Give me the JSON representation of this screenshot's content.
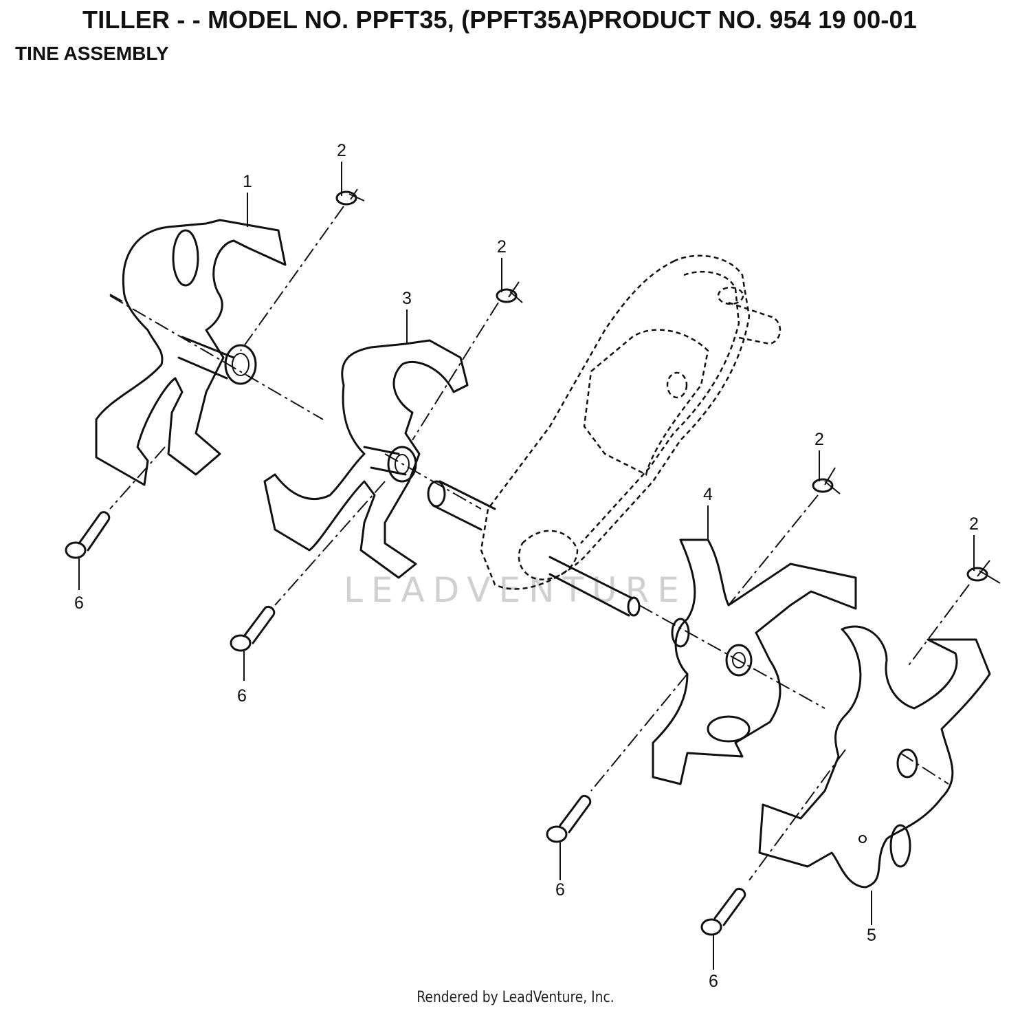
{
  "header": {
    "title": "TILLER - - MODEL NO. PPFT35, (PPFT35A)PRODUCT NO. 954 19 00-01",
    "subtitle": "TINE ASSEMBLY"
  },
  "callouts": [
    {
      "id": "c1",
      "label": "1"
    },
    {
      "id": "c2a",
      "label": "2"
    },
    {
      "id": "c2b",
      "label": "2"
    },
    {
      "id": "c3",
      "label": "3"
    },
    {
      "id": "c2c",
      "label": "2"
    },
    {
      "id": "c4",
      "label": "4"
    },
    {
      "id": "c2d",
      "label": "2"
    },
    {
      "id": "c6a",
      "label": "6"
    },
    {
      "id": "c6b",
      "label": "6"
    },
    {
      "id": "c6c",
      "label": "6"
    },
    {
      "id": "c6d",
      "label": "6"
    },
    {
      "id": "c5",
      "label": "5"
    }
  ],
  "watermark": "LEADVENTURE",
  "footer": "Rendered by LeadVenture, Inc."
}
